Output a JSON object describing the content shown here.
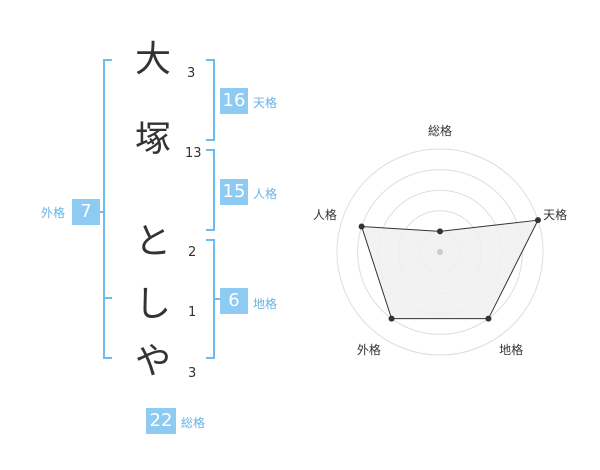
{
  "colors": {
    "accent": "#8ecbf3",
    "bracket": "#6cbcf0",
    "label": "#66b3e6",
    "text": "#333333",
    "radar_grid": "#dddddd",
    "radar_fill": "#f0f0f0",
    "radar_line": "#333333"
  },
  "name_chars": [
    {
      "char": "大",
      "strokes": "3"
    },
    {
      "char": "塚",
      "strokes": "13"
    },
    {
      "char": "と",
      "strokes": "2"
    },
    {
      "char": "し",
      "strokes": "1"
    },
    {
      "char": "や",
      "strokes": "3"
    }
  ],
  "fortunes": {
    "tenkaku": {
      "value": "16",
      "label": "天格"
    },
    "jinkaku": {
      "value": "15",
      "label": "人格"
    },
    "chikaku": {
      "value": "6",
      "label": "地格"
    },
    "gaikaku": {
      "value": "7",
      "label": "外格"
    },
    "soukaku": {
      "value": "22",
      "label": "総格"
    }
  },
  "chart_data": {
    "type": "radar",
    "axes": [
      "総格",
      "天格",
      "地格",
      "外格",
      "人格"
    ],
    "values": [
      1,
      5,
      4,
      4,
      4
    ],
    "max": 5,
    "rings": 5
  }
}
